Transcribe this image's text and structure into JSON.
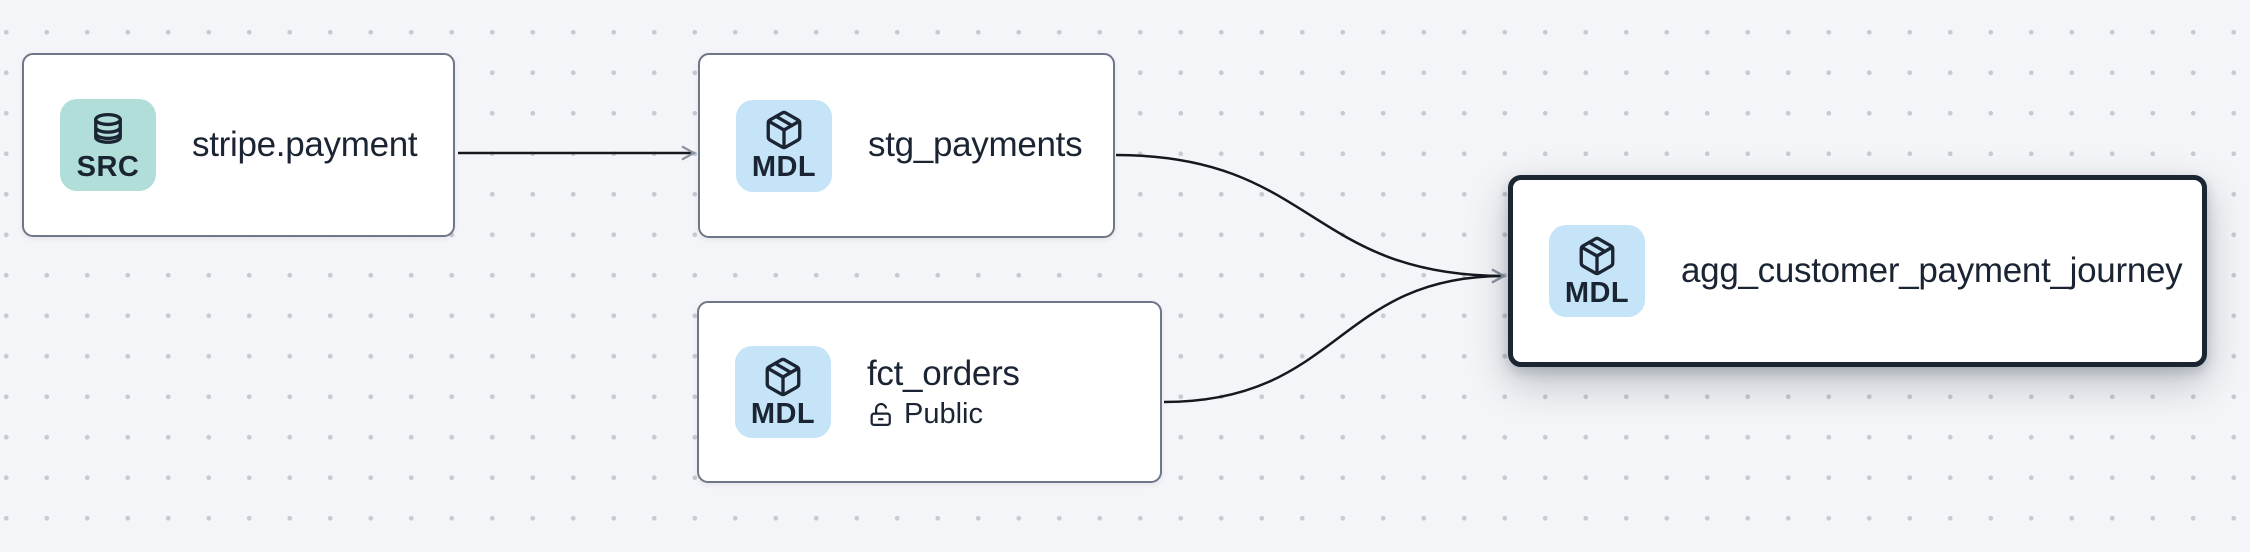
{
  "canvas": {
    "type": "lineage-graph",
    "background": "#f4f5f8",
    "dot_color": "#c6cad2"
  },
  "colors": {
    "text": "#1b2433",
    "node_border": "#6e7787",
    "selected_node_border": "#1c2532",
    "edge": "#14181f",
    "arrowhead": "#8b93a1",
    "badge_src_bg": "#b1ded9",
    "badge_mdl_bg": "#c5e4f8",
    "node_bg": "#ffffff"
  },
  "nodes": [
    {
      "title": "stripe.payment",
      "badge": {
        "label": "SRC",
        "icon": "database-icon",
        "bg": "#b1ded9"
      },
      "selected": false
    },
    {
      "title": "stg_payments",
      "badge": {
        "label": "MDL",
        "icon": "package-icon",
        "bg": "#c5e4f8"
      },
      "selected": false
    },
    {
      "title": "fct_orders",
      "badge": {
        "label": "MDL",
        "icon": "package-icon",
        "bg": "#c5e4f8"
      },
      "subtitle": "Public",
      "subtitle_icon": "lock-open-icon",
      "selected": false
    },
    {
      "title": "agg_customer_payment_journey",
      "badge": {
        "label": "MDL",
        "icon": "package-icon",
        "bg": "#c5e4f8"
      },
      "selected": true
    }
  ],
  "edges": [
    {
      "from": "stripe.payment",
      "to": "stg_payments"
    },
    {
      "from": "stg_payments",
      "to": "agg_customer_payment_journey"
    },
    {
      "from": "fct_orders",
      "to": "agg_customer_payment_journey"
    }
  ]
}
